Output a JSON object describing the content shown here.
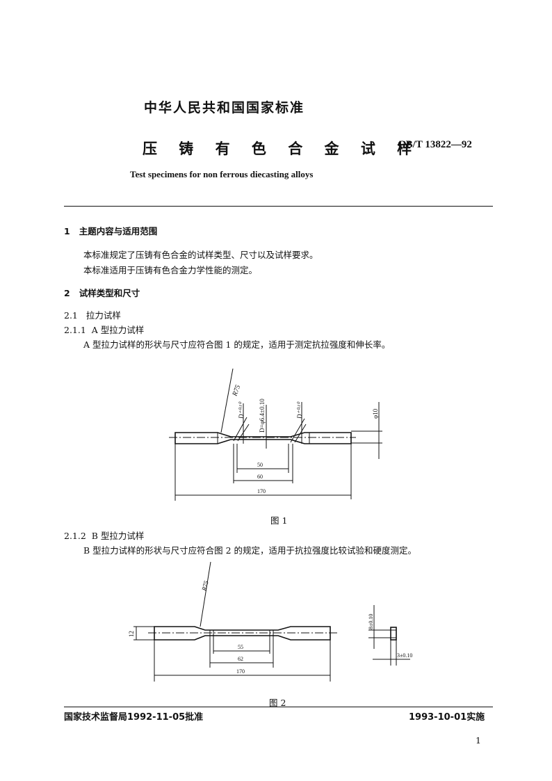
{
  "header": {
    "org": "中华人民共和国国家标准",
    "title_cn": "压 铸 有 色 合 金 试 样",
    "code": "GB/T 13822—92",
    "title_en": "Test specimens for non ferrous diecasting alloys"
  },
  "sections": [
    {
      "num": "1",
      "title": "主题内容与适用范围",
      "paras": [
        "本标准规定了压铸有色合金的试样类型、尺寸以及试样要求。",
        "本标准适用于压铸有色合金力学性能的测定。"
      ]
    },
    {
      "num": "2",
      "title": "试样类型和尺寸"
    }
  ],
  "sub": {
    "s21_num": "2.1",
    "s21": "拉力试样",
    "s211_num": "2.1.1",
    "s211": "A 型拉力试样",
    "s211_text": "A 型拉力试样的形状与尺寸应符合图 1 的规定，适用于测定抗拉强度和伸长率。",
    "s212_num": "2.1.2",
    "s212": "B 型拉力试样",
    "s212_text": "B 型拉力试样的形状与尺寸应符合图 2 的规定，适用于抗拉强度比较试验和硬度测定。"
  },
  "fig1": {
    "caption": "图 1",
    "r": "R75",
    "d_left": "D⁺⁰·¹⁰",
    "d_center": "D=φ6.4±0.10",
    "d_right": "D⁺⁰·¹⁰",
    "phi": "φ10",
    "l1": "50",
    "l2": "60",
    "l3": "170"
  },
  "fig2": {
    "caption": "图 2",
    "r": "R75",
    "h": "12",
    "l1": "55",
    "l2": "62",
    "l3": "170",
    "w": "8±0.10",
    "t": "3±0.10"
  },
  "footer": {
    "left": "国家技术监督局1992-11-05批准",
    "right": "1993-10-01实施",
    "page": "1"
  }
}
